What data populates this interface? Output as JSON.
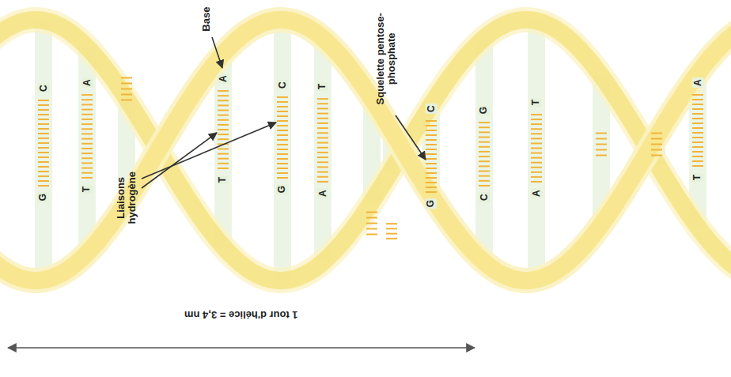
{
  "diagram": {
    "labels": [
      "Base",
      "Liaisons hydrogène",
      "Squelette pentose-phosphate",
      "1 tour d'hélice = 3,4 nm",
      "G",
      "C",
      "T",
      "A",
      "T",
      "A",
      "G",
      "C",
      "A",
      "T",
      "G",
      "C",
      "C",
      "G",
      "A",
      "T",
      "T",
      "A"
    ]
  }
}
